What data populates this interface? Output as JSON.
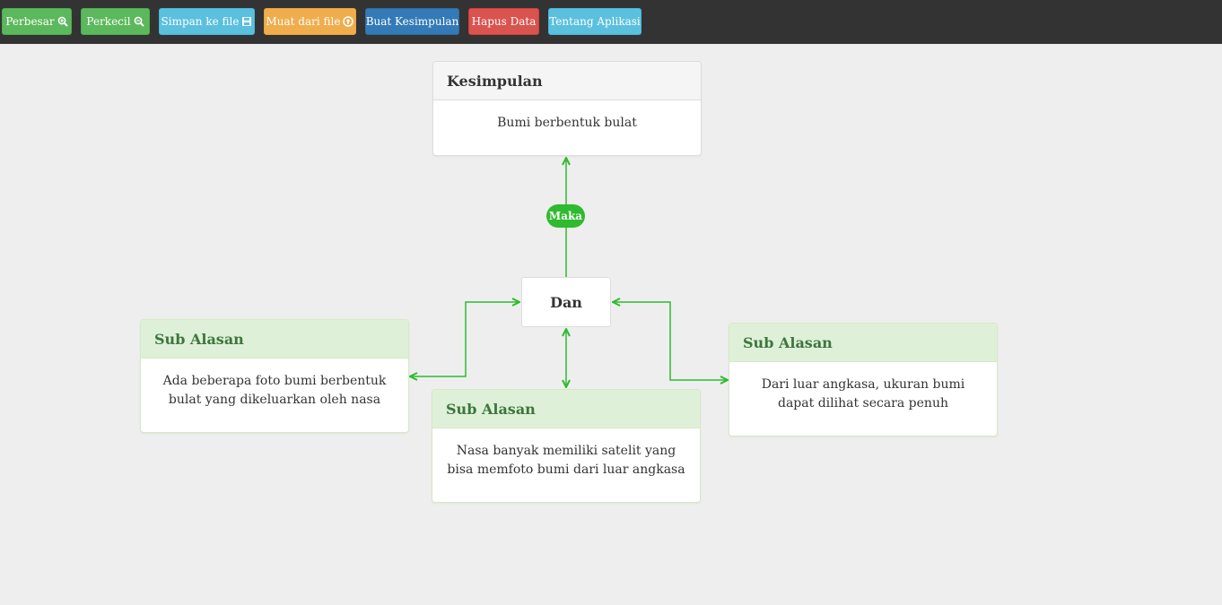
{
  "toolbar": {
    "zoom_in": "Perbesar",
    "zoom_out": "Perkecil",
    "save": "Simpan ke file",
    "load": "Muat dari file",
    "create": "Buat Kesimpulan",
    "delete": "Hapus Data",
    "about": "Tentang Aplikasi"
  },
  "icons": {
    "zoom_in": "zoom-in-icon",
    "zoom_out": "zoom-out-icon",
    "save": "floppy-disk-icon",
    "load": "upload-circle-icon"
  },
  "colors": {
    "success": "#5cb85c",
    "info": "#5bc0de",
    "warning": "#f0ad4e",
    "primary": "#337ab7",
    "danger": "#d9534f",
    "connector": "#2fba2f"
  },
  "diagram": {
    "conclusion": {
      "title": "Kesimpulan",
      "text": "Bumi berbentuk bulat"
    },
    "connector_label": "Maka",
    "and_node": "Dan",
    "sub_reasons": [
      {
        "title": "Sub Alasan",
        "text": "Ada beberapa foto bumi berbentuk bulat yang dikeluarkan oleh nasa"
      },
      {
        "title": "Sub Alasan",
        "text": "Nasa banyak memiliki satelit yang bisa memfoto bumi dari luar angkasa"
      },
      {
        "title": "Sub Alasan",
        "text": "Dari luar angkasa, ukuran bumi dapat dilihat secara penuh"
      }
    ]
  }
}
